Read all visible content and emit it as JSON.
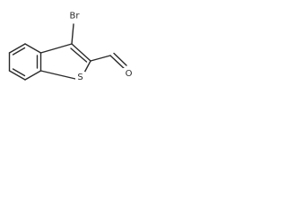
{
  "molecule": {
    "atoms": {
      "bromine": "Br",
      "sulfur": "S",
      "oxygen": "O"
    }
  }
}
